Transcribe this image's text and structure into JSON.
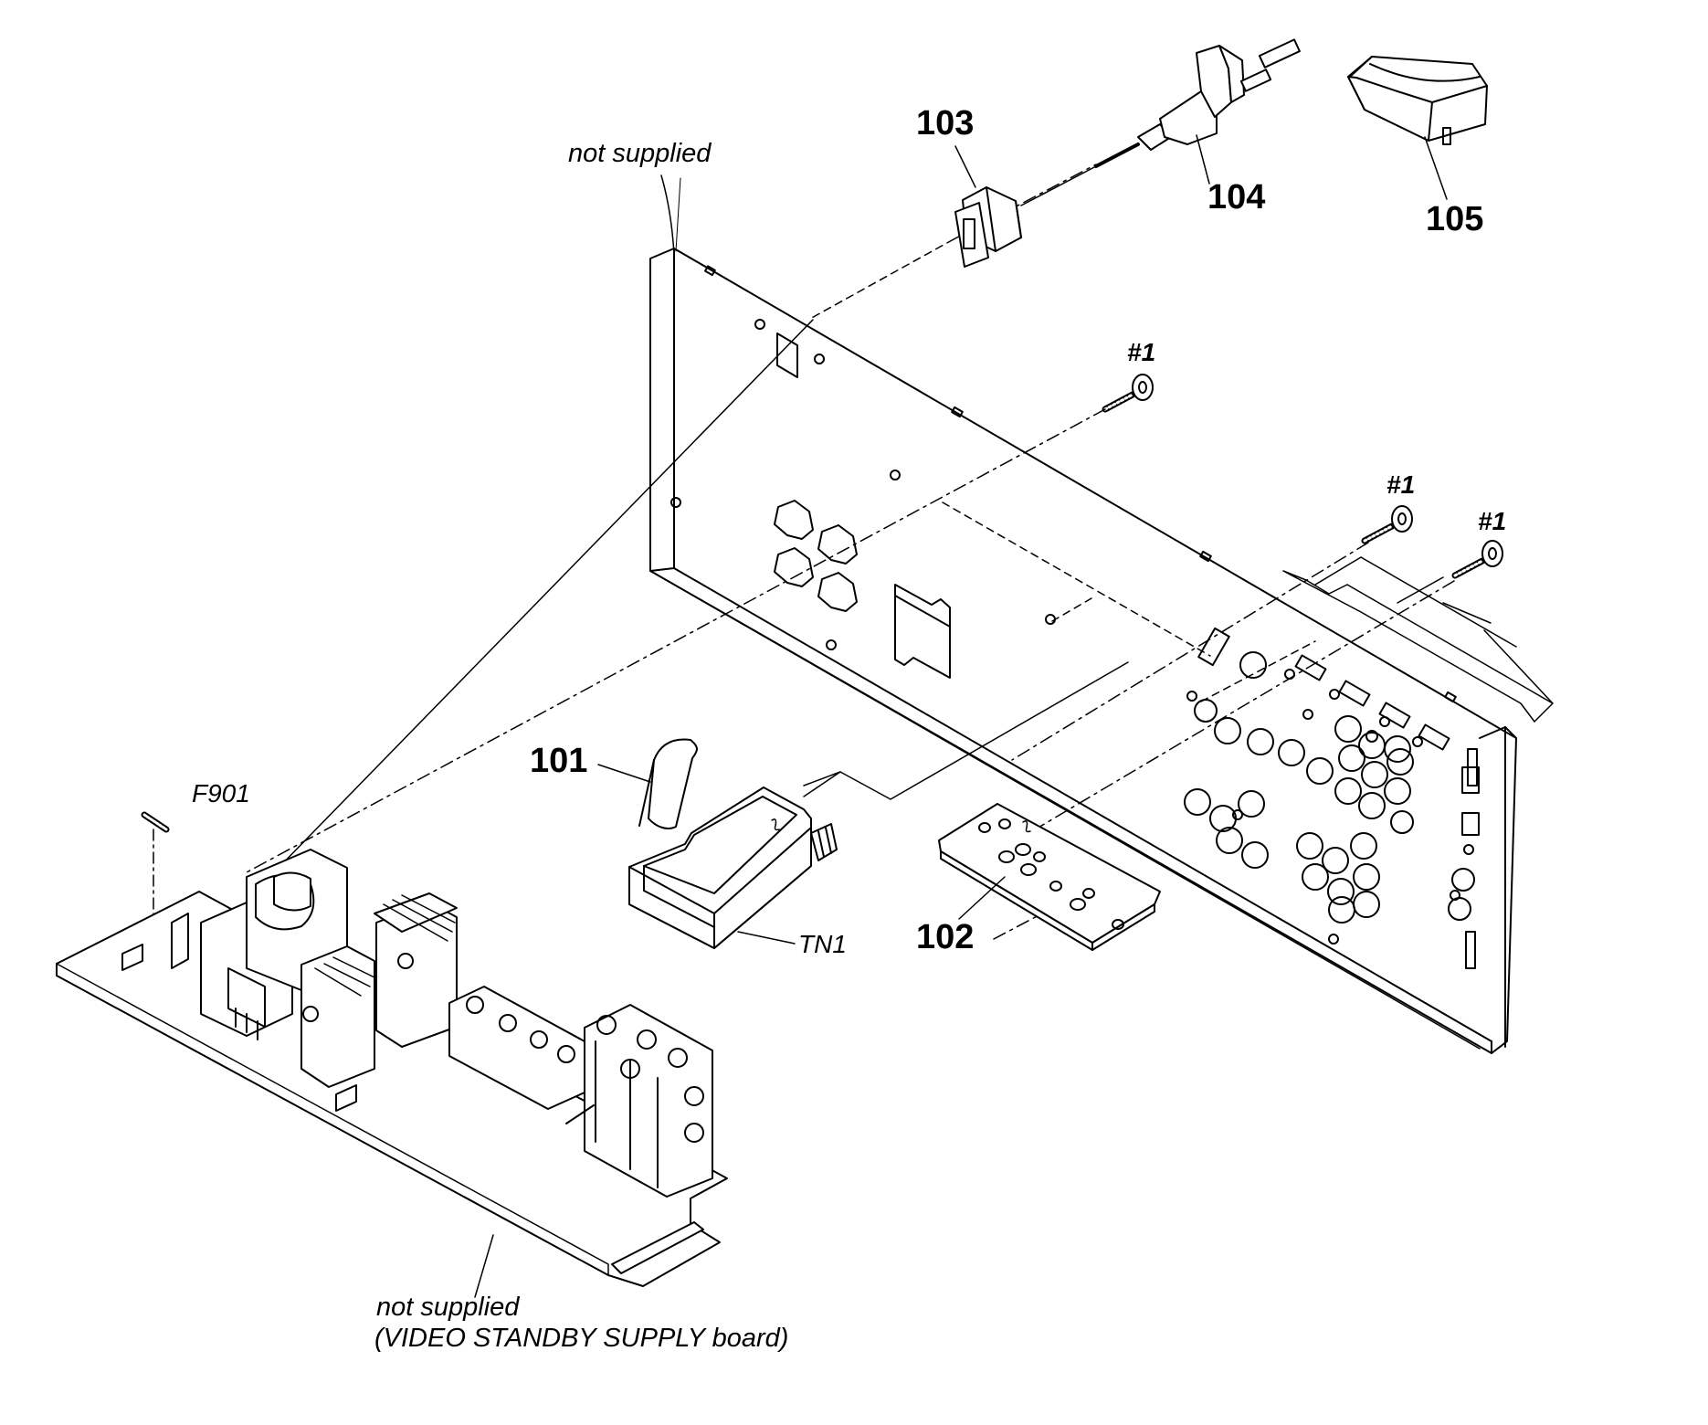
{
  "labels": {
    "part_103": "103",
    "part_104": "104",
    "part_105": "105",
    "part_101": "101",
    "part_102": "102",
    "ref_tn1": "TN1",
    "ref_f901": "F901",
    "screw_1a": "#1",
    "screw_1b": "#1",
    "screw_1c": "#1",
    "note_panel": "not  supplied",
    "note_board_line1": "not  supplied",
    "note_board_line2": "(VIDEO STANDBY SUPPLY board)"
  }
}
